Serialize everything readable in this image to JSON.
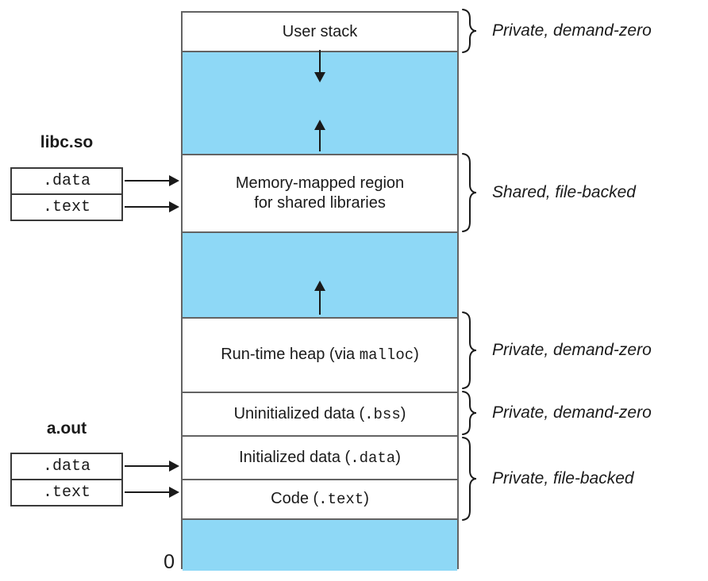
{
  "memory_map": {
    "user_stack_label": "User stack",
    "mmap_label_line1": "Memory-mapped region",
    "mmap_label_line2": "for shared libraries",
    "heap_pre": "Run-time heap (via ",
    "heap_mono": "malloc",
    "heap_post": ")",
    "bss_pre": "Uninitialized data (",
    "bss_mono": ".bss",
    "bss_post": ")",
    "data_pre": "Initialized data (",
    "data_mono": ".data",
    "data_post": ")",
    "code_pre": "Code (",
    "code_mono": ".text",
    "code_post": ")",
    "origin_label": "0"
  },
  "libc_group": {
    "title": "libc.so",
    "rows": [
      ".data",
      ".text"
    ]
  },
  "aout_group": {
    "title": "a.out",
    "rows": [
      ".data",
      ".text"
    ]
  },
  "annotations": [
    "Private, demand-zero",
    "Shared, file-backed",
    "Private, demand-zero",
    "Private, demand-zero",
    "Private, file-backed"
  ],
  "colors": {
    "region_blue": "#8ed8f6",
    "column_border_gray": "#636363",
    "side_box_border": "#3a3a3a",
    "arrow_black": "#1a1a1a"
  }
}
